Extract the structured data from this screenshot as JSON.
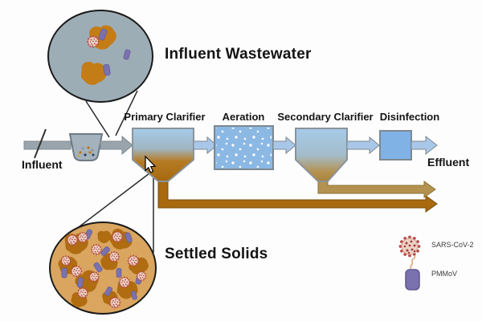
{
  "titles": {
    "influent_zoom": "Influent Wastewater",
    "settled_zoom": "Settled Solids"
  },
  "stages": [
    {
      "label": "Primary Clarifier"
    },
    {
      "label": "Aeration"
    },
    {
      "label": "Secondary Clarifier"
    },
    {
      "label": "Disinfection"
    }
  ],
  "flow": {
    "influent": "Influent",
    "effluent": "Effluent"
  },
  "legend": {
    "items": [
      {
        "label": "SARS-CoV-2",
        "icon": "coronavirus-icon"
      },
      {
        "label": "PMMoV",
        "icon": "rod-virus-icon"
      }
    ]
  },
  "colors": {
    "wastewater_gray_blue": "#9dadb6",
    "solids_tan": "#d9a55f",
    "organic_orange": "#c47c17",
    "dark_orange": "#b06c10",
    "pmmov_purple": "#7a72ae",
    "sars_pink": "#eed2c6",
    "sars_red": "#b84848",
    "tank_blue": "#a6cbe9",
    "aeration_blue": "#8cb8e4",
    "disinfection_blue": "#80b2e6",
    "pipe_gray": "#9aa4ac",
    "sludge_brown_dark": "#a8690f",
    "sludge_brown_light": "#b3924f"
  }
}
